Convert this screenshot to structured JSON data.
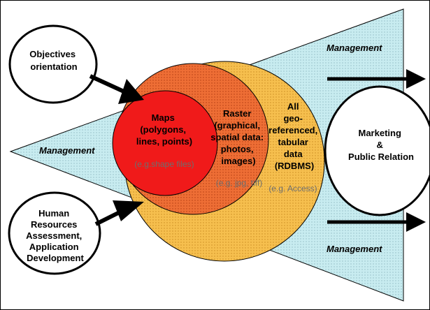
{
  "colors": {
    "triangle_fill": "#c8ecf0",
    "outer_circle": "#f6bf4e",
    "middle_circle": "#ee6e35",
    "inner_circle": "#f01a1a",
    "example_text": "#6e6e6e"
  },
  "management_labels": [
    "Management",
    "Management",
    "Management"
  ],
  "objectives": [
    "Objectives",
    "orientation"
  ],
  "human_resources": [
    "Human",
    "Resources",
    "Assessment,",
    "Application",
    "Development"
  ],
  "marketing": [
    "Marketing",
    "&",
    "Public Relation"
  ],
  "maps": {
    "lines": [
      "Maps",
      "(polygons,",
      "lines, points)"
    ],
    "example": "(e.g.shape files)"
  },
  "raster": {
    "lines": [
      "Raster",
      "(graphical,",
      "spatial data:",
      "photos,",
      "images)"
    ],
    "example": "(e.g. jpg, tiff)"
  },
  "all_data": {
    "lines": [
      "All",
      "geo-",
      "referenced,",
      "tabular",
      "data",
      "(RDBMS)"
    ],
    "example": "(e.g. Access)"
  }
}
